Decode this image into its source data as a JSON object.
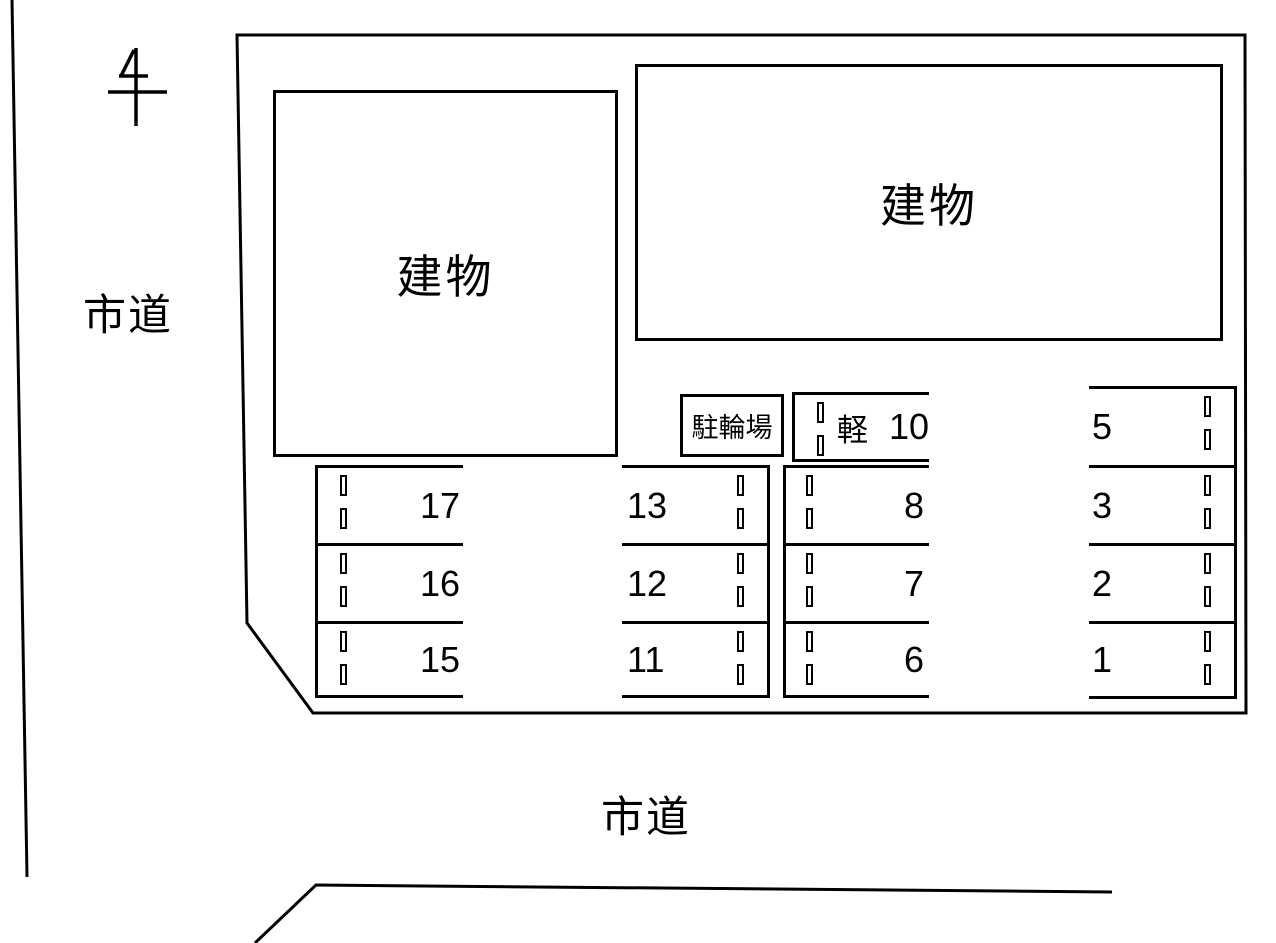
{
  "colors": {
    "line": "#000000",
    "background": "#ffffff"
  },
  "labels": {
    "road_left": "市道",
    "road_bottom": "市道",
    "building_left": "建物",
    "building_right": "建物",
    "bicycle_parking": "駐輪場",
    "kei_prefix": "軽"
  },
  "stalls": {
    "kei_number": "10",
    "left_column": [
      "17",
      "16",
      "15"
    ],
    "middle_column": [
      "13",
      "12",
      "11"
    ],
    "inner_column": [
      "8",
      "7",
      "6"
    ],
    "right_column": [
      "5",
      "3",
      "2",
      "1"
    ]
  }
}
